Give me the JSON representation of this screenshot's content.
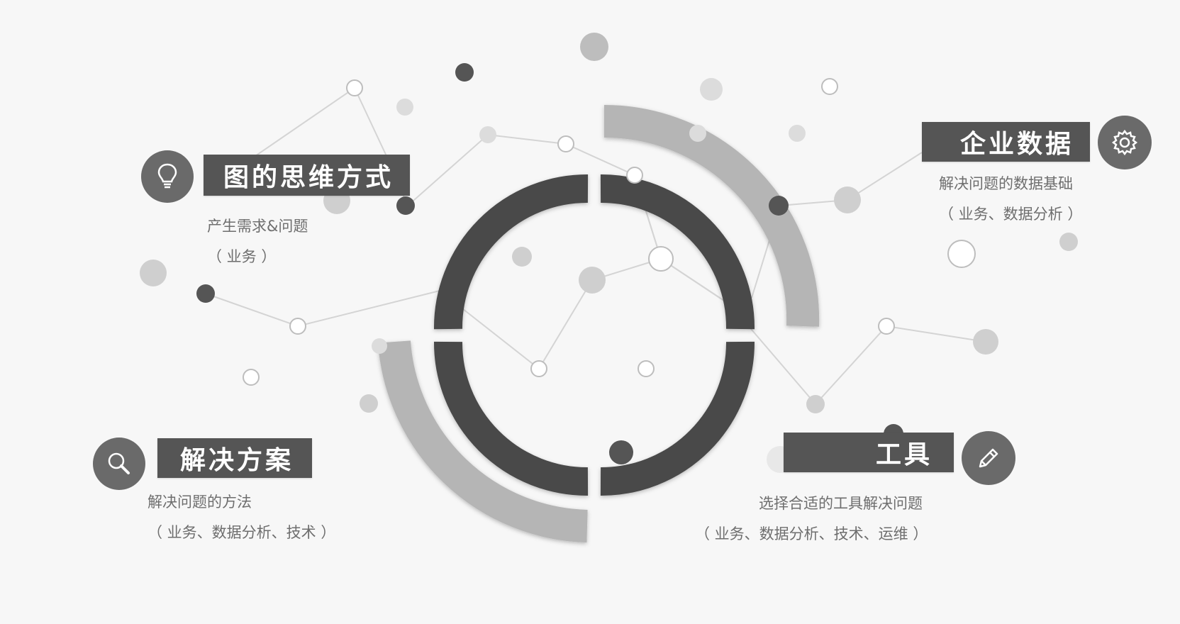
{
  "colors": {
    "background": "#f7f7f7",
    "dark": "#555555",
    "ring": "#4a4a4a",
    "light_arc": "#b3b3b3",
    "icon_bg": "#6a6a6a",
    "text": "#6e6e6e"
  },
  "sections": {
    "thinking": {
      "title": "图的思维方式",
      "desc1": "产生需求&问题",
      "desc2": "（ 业务 ）",
      "icon": "lightbulb-icon"
    },
    "enterprise": {
      "title": "企业数据",
      "desc1": "解决问题的数据基础",
      "desc2": "（ 业务、数据分析 ）",
      "icon": "gear-icon"
    },
    "solution": {
      "title": "解决方案",
      "desc1": "解决问题的方法",
      "desc2": "（ 业务、数据分析、技术 ）",
      "icon": "search-icon"
    },
    "tools": {
      "title": "工具",
      "desc1": "选择合适的工具解决问题",
      "desc2": "（ 业务、数据分析、技术、运维 ）",
      "icon": "pencil-icon"
    }
  }
}
